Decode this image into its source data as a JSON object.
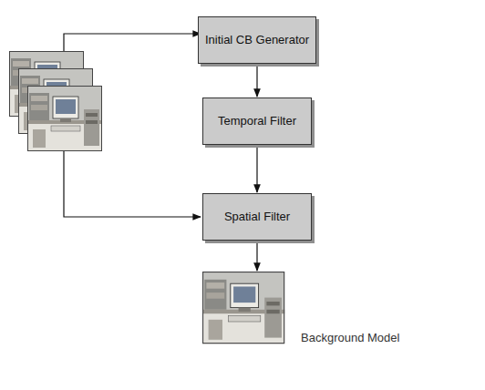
{
  "diagram": {
    "nodes": [
      {
        "text": [
          "Initial CB Generator"
        ]
      },
      {
        "text": [
          "Temporal Filter"
        ]
      },
      {
        "text": [
          "Spatial Filter"
        ]
      },
      {
        "text": [
          "Background Model"
        ]
      }
    ],
    "edges": [
      {
        "from": 0,
        "to": 1,
        "arrow": "to"
      },
      {
        "from": 1,
        "to": 2,
        "arrow": "to"
      },
      {
        "from": 2,
        "to": 3,
        "arrow": "to"
      }
    ]
  }
}
